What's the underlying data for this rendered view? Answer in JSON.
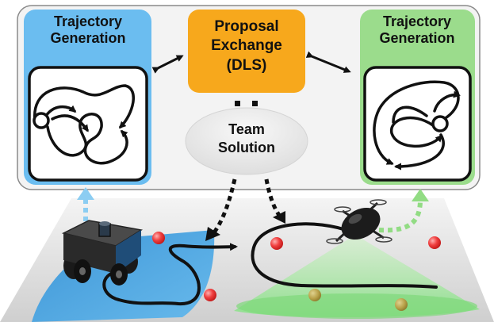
{
  "panel": {
    "left_label": "Trajectory\nGeneration",
    "right_label": "Trajectory\nGeneration",
    "proposal_label": "Proposal\nExchange\n(DLS)",
    "team_label": "Team\nSolution"
  },
  "colors": {
    "left_panel": "#6bbdf0",
    "right_panel": "#9bdc8c",
    "proposal": "#f7a81c",
    "team": "#e8e8e8",
    "ground_robot_fov": "#3aa2e0",
    "drone_fov": "#7fe07a",
    "obstacle": "#e83a3a"
  },
  "icons": [
    "ground-robot-icon",
    "quadrotor-drone-icon"
  ]
}
